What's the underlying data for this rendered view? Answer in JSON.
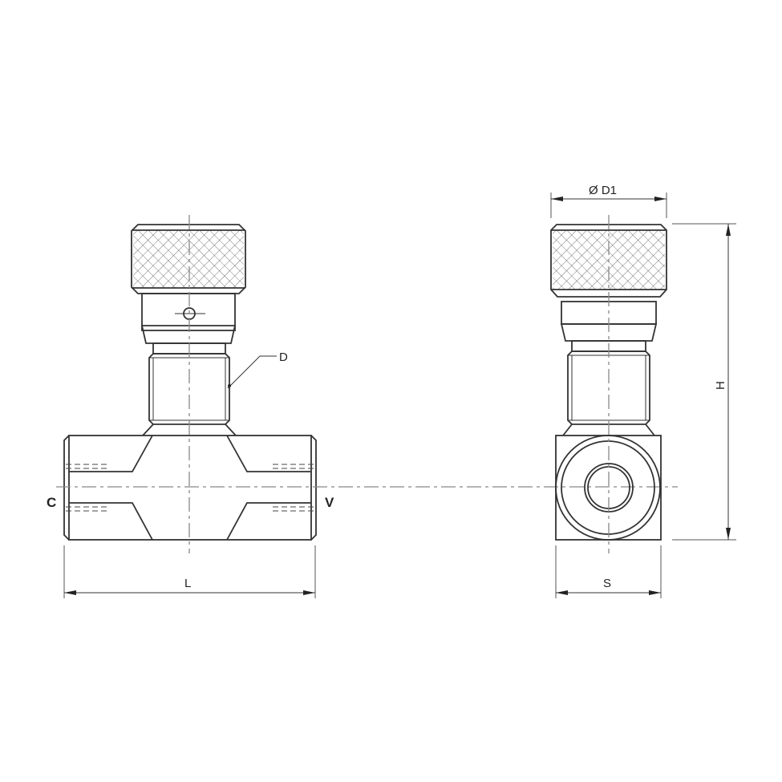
{
  "drawing": {
    "title": "Needle valve (in-line flow control) — technical drawing",
    "views": [
      {
        "name": "front-view",
        "description": "Side elevation with knurled knob, threaded stem and body"
      },
      {
        "name": "side-view",
        "description": "End view with knurled knob, threaded stem and square body with port"
      }
    ],
    "labels": {
      "port_in": "C",
      "port_out": "V",
      "thread": "D",
      "knob_diameter": "Ø D1",
      "height": "H",
      "length": "L",
      "body_width": "S"
    },
    "colors": {
      "line": "#333333",
      "centerline": "#888888",
      "background": "#ffffff"
    }
  }
}
